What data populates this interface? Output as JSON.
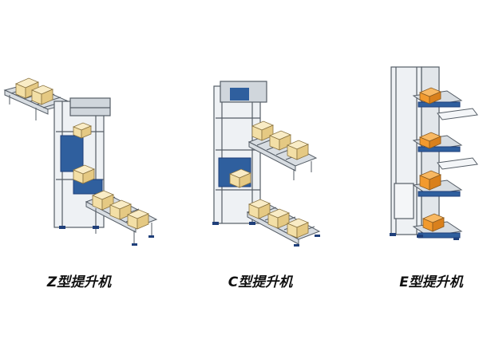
{
  "figure": {
    "panels": [
      {
        "id": "z",
        "caption": "Z型提升机"
      },
      {
        "id": "c",
        "caption": "C型提升机"
      },
      {
        "id": "e",
        "caption": "E型提升机"
      }
    ]
  },
  "colors": {
    "box_fill": "#f3dfa6",
    "box_top": "#f9ecc6",
    "box_side": "#e5c983",
    "frame": "#c9d0d6",
    "frame_line": "#555d66",
    "carriage": "#2f5f9e",
    "foot": "#1f3f7a",
    "orange_box": "#f29a2e"
  }
}
